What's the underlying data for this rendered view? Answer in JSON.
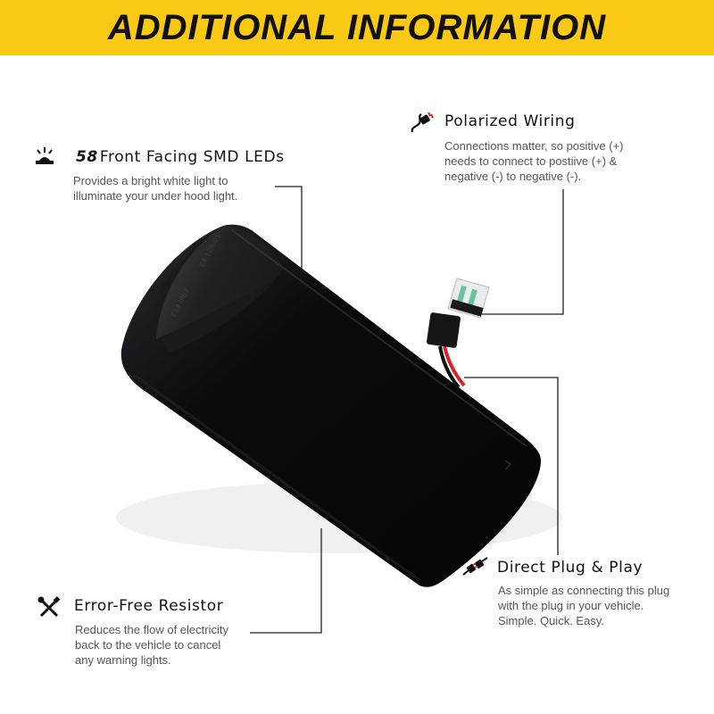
{
  "banner": {
    "title": "ADDITIONAL INFORMATION"
  },
  "features": {
    "leds": {
      "number": "58",
      "title": "Front Facing SMD LEDs",
      "desc_lines": [
        "Provides a bright white light to",
        "illuminate your under hood light."
      ],
      "icon": "light-beam-icon"
    },
    "wiring": {
      "title": "Polarized Wiring",
      "desc_lines": [
        "Connections matter, so positive (+)",
        "needs to connect to postiive (+) &",
        "negative (-) to negative (-)."
      ],
      "icon": "wire-plug-icon"
    },
    "plug": {
      "title": "Direct Plug & Play",
      "desc_lines": [
        "As simple as connecting this plug",
        "with the plug in your vehicle.",
        "Simple. Quick. Easy."
      ],
      "icon": "plug-connector-icon"
    },
    "resistor": {
      "title": "Error-Free Resistor",
      "desc_lines": [
        "Reduces the flow of electricity",
        "back to the vehicle to cancel",
        "any warning lights."
      ],
      "icon": "wrench-screwdriver-icon"
    }
  },
  "colors": {
    "banner": "#f9c916",
    "text": "#111111",
    "desc": "#555555",
    "accent_red": "#d8232a"
  }
}
